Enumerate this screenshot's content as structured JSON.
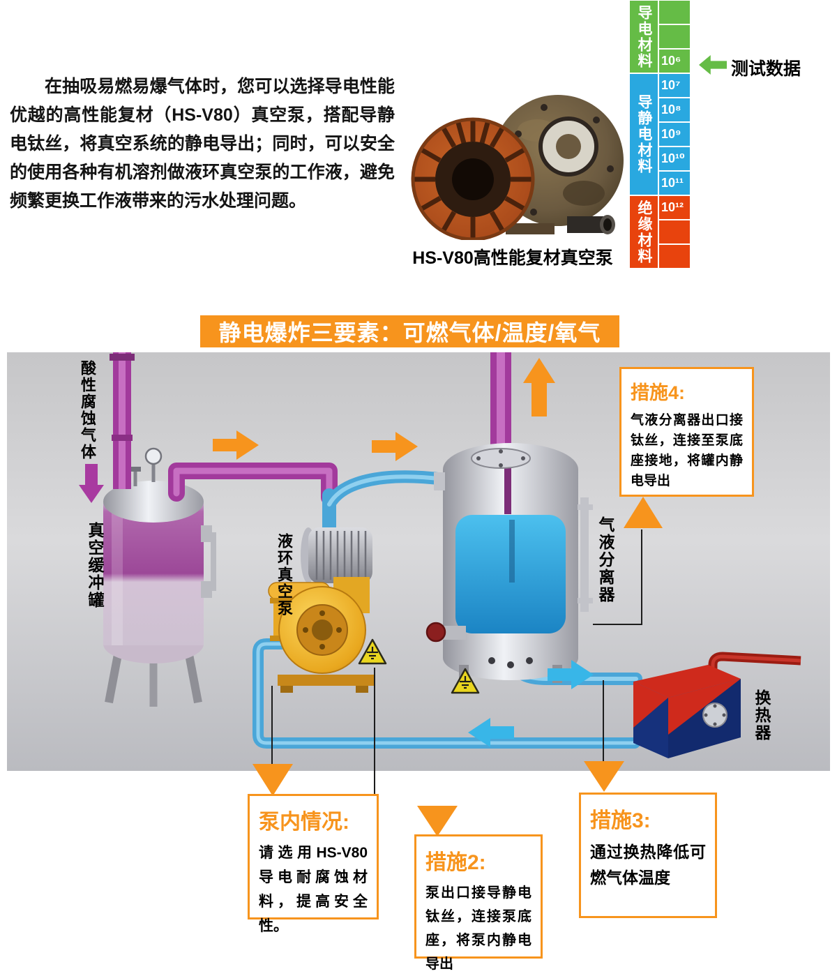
{
  "intro": {
    "paragraph": "在抽吸易燃易爆气体时，您可以选择导电性能优越的高性能复材（HS-V80）真空泵，搭配导静电钛丝，将真空系统的静电导出；同时，可以安全的使用各种有机溶剂做液环真空泵的工作液，避免频繁更换工作液带来的污水处理问题。",
    "pump_caption": "HS-V80高性能复材真空泵"
  },
  "conductivity_chart": {
    "annotation": "测试数据",
    "sections": [
      {
        "label": "导电材料",
        "color": "#65bc46",
        "cells": [
          "",
          "",
          "10⁶"
        ]
      },
      {
        "label": "导静电材料",
        "color": "#29a8e0",
        "cells": [
          "10⁷",
          "10⁸",
          "10⁹",
          "10¹⁰",
          "10¹¹"
        ]
      },
      {
        "label": "绝缘材料",
        "color": "#e8430d",
        "cells": [
          "10¹²",
          "",
          ""
        ]
      }
    ]
  },
  "banner": {
    "text": "静电爆炸三要素：可燃气体/温度/氧气",
    "color": "#f7941d"
  },
  "diagram": {
    "labels": {
      "acid_gas": "酸性腐蚀气体",
      "buffer_tank": "真空缓冲罐",
      "vacuum_pump": "液环真空泵",
      "separator": "气液分离器",
      "heat_exchanger": "换热器"
    },
    "callouts": {
      "measure4": {
        "title": "措施4:",
        "body": "气液分离器出口接钛丝，连接至泵底座接地，将罐内静电导出"
      },
      "pump_status": {
        "title": "泵内情况:",
        "body": "请选用HS-V80导电耐腐蚀材料，提高安全性。"
      },
      "measure2": {
        "title": "措施2:",
        "body": "泵出口接导静电钛丝，连接泵底座，将泵内静电导出"
      },
      "measure3": {
        "title": "措施3:",
        "body": "通过换热降低可燃气体温度"
      }
    }
  }
}
